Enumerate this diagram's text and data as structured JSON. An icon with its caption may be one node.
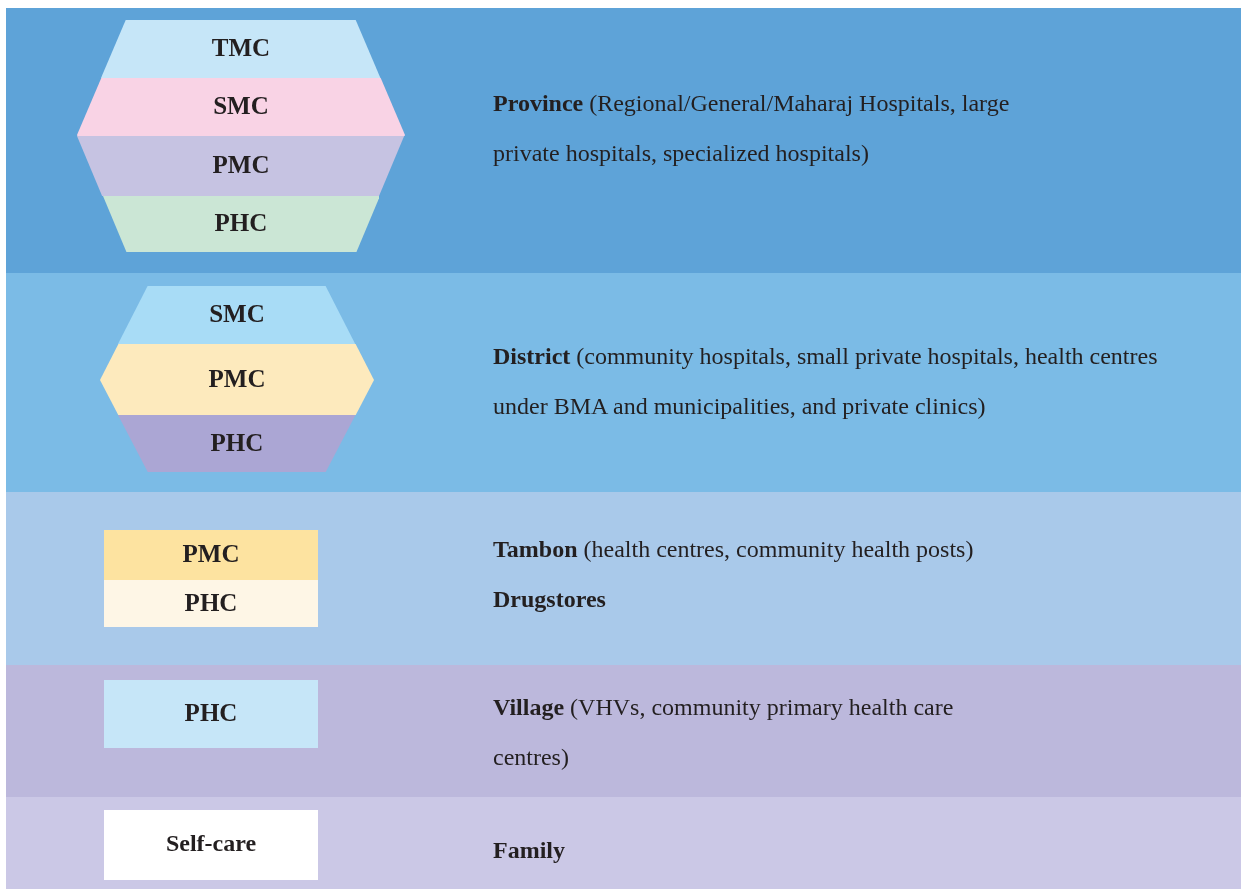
{
  "diagram": {
    "nodes": [
      {
        "text": [
          "**Province** (Regional/General/Maharaj Hospitals, large private hospitals, specialized hospitals)"
        ]
      },
      {
        "text": [
          "TMC"
        ],
        "in": 0
      },
      {
        "text": [
          "SMC"
        ],
        "in": 0
      },
      {
        "text": [
          "PMC"
        ],
        "in": 0
      },
      {
        "text": [
          "PHC"
        ],
        "in": 0
      },
      {
        "text": [
          "**District** (community hospitals, small private hospitals, health centres under BMA and municipalities, and private clinics)"
        ]
      },
      {
        "text": [
          "SMC"
        ],
        "in": 5
      },
      {
        "text": [
          "PMC"
        ],
        "in": 5
      },
      {
        "text": [
          "PHC"
        ],
        "in": 5
      },
      {
        "text": [
          "**Tambon** (health centres, community health posts)",
          "**Drugstores**"
        ]
      },
      {
        "text": [
          "PMC"
        ],
        "in": 9
      },
      {
        "text": [
          "PHC"
        ],
        "in": 9
      },
      {
        "text": [
          "**Village** (VHVs, community primary health care centres)"
        ]
      },
      {
        "text": [
          "PHC"
        ],
        "in": 12
      },
      {
        "text": [
          "**Family**"
        ]
      },
      {
        "text": [
          "Self-care"
        ],
        "in": 14
      }
    ]
  }
}
